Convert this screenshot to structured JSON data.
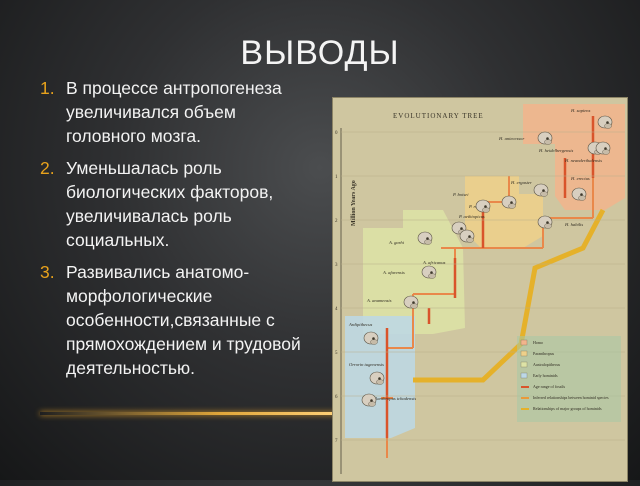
{
  "slide": {
    "title": "ВЫВОДЫ"
  },
  "conclusions": [
    {
      "number": "1.",
      "text": "В процессе антропогенеза увеличивался объем головного мозга."
    },
    {
      "number": "2.",
      "text": "Уменьшалась роль биологических факторов, увеличивалась роль социальных."
    },
    {
      "number": "3.",
      "text": "Развивались анатомо-морфологические особенности,связанные с прямохождением и трудовой деятельностью."
    }
  ],
  "figure": {
    "title": "EVOLUTIONARY TREE",
    "axis_label": "Million Years Ago",
    "ticks": [
      "0",
      "1",
      "2",
      "3",
      "4",
      "5",
      "6",
      "7"
    ],
    "species": [
      {
        "label": "H. sapiens"
      },
      {
        "label": "H. heidelbergensis"
      },
      {
        "label": "H. neanderthalensis"
      },
      {
        "label": "H. antecessor"
      },
      {
        "label": "H. ergaster"
      },
      {
        "label": "H. erectus"
      },
      {
        "label": "P. boisei"
      },
      {
        "label": "P. robustus"
      },
      {
        "label": "P. aethiopicus"
      },
      {
        "label": "H. habilis"
      },
      {
        "label": "A. garhi"
      },
      {
        "label": "A. africanus"
      },
      {
        "label": "A. afarensis"
      },
      {
        "label": "A. anamensis"
      },
      {
        "label": "Ardipithecus"
      },
      {
        "label": "Orrorin tugenensis"
      },
      {
        "label": "Sahelanthropus tchadensis"
      }
    ],
    "legend": [
      {
        "label": "Homo",
        "color": "#f2b48c"
      },
      {
        "label": "Paranthropus",
        "color": "#eed08a"
      },
      {
        "label": "Australopithecus",
        "color": "#dde3a6"
      },
      {
        "label": "Early hominids",
        "color": "#bcd8e6"
      },
      {
        "label": "Age range of fossils",
        "color": "#d9542b"
      },
      {
        "label": "Inferred relationships between hominid species",
        "color": "#e99a3a"
      },
      {
        "label": "Relationships of major groups of hominids",
        "color": "#e5b12a"
      }
    ],
    "colors": {
      "homo": "#f2b48c",
      "paranthropus": "#eed08a",
      "australopithecus": "#dde3a6",
      "early": "#bcd8e6",
      "fossil": "#d9542b",
      "relationship": "#e5b12a"
    }
  }
}
